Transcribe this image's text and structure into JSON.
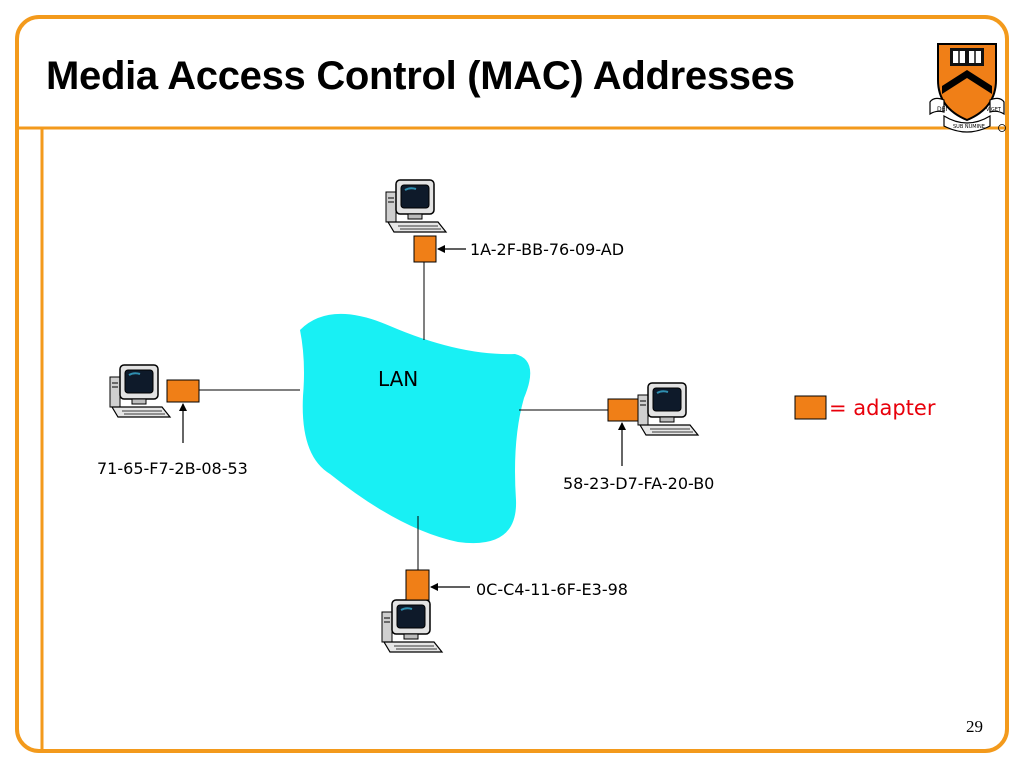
{
  "slide": {
    "title": "Media Access Control (MAC) Addresses",
    "page_number": "29",
    "logo_lettering": [
      "DEI",
      "SUB NUMINE",
      "VIGET"
    ],
    "colors": {
      "frame_orange": "#f39a1c",
      "lan_cyan": "#18f0f4",
      "adapter_fill": "#f07f17",
      "legend_text": "#e8000b"
    }
  },
  "diagram": {
    "lan_label": "LAN",
    "hosts": [
      {
        "position": "top",
        "mac": "1A-2F-BB-76-09-AD"
      },
      {
        "position": "left",
        "mac": "71-65-F7-2B-08-53"
      },
      {
        "position": "right",
        "mac": "58-23-D7-FA-20-B0"
      },
      {
        "position": "bottom",
        "mac": "0C-C4-11-6F-E3-98"
      }
    ],
    "legend": {
      "text": "= adapter",
      "icon": "adapter-square"
    }
  }
}
